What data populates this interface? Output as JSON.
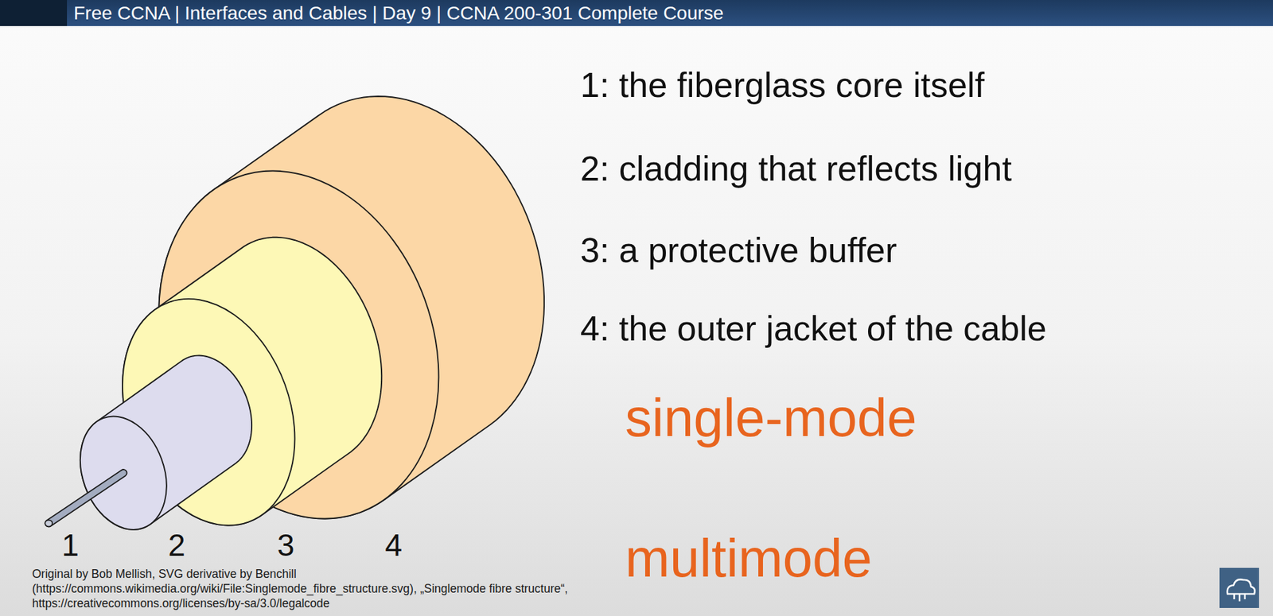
{
  "diagram": {
    "title": "Free CCNA | Interfaces and Cables | Day 9 | CCNA 200-301 Complete Course",
    "labels": [
      "1: the fiberglass core itself",
      "2: cladding that reflects light",
      "3: a protective buffer",
      "4: the outer jacket of the cable",
      "single-mode",
      "multimode",
      "1",
      "2",
      "3",
      "4",
      "Original by Bob Mellish, SVG derivative by Benchill (https://commons.wikimedia.org/wiki/File:Singlemode_fibre_structure.svg), „Singlemode fibre structure“, https://creativecommons.org/licenses/by-sa/3.0/legalcode"
    ]
  }
}
